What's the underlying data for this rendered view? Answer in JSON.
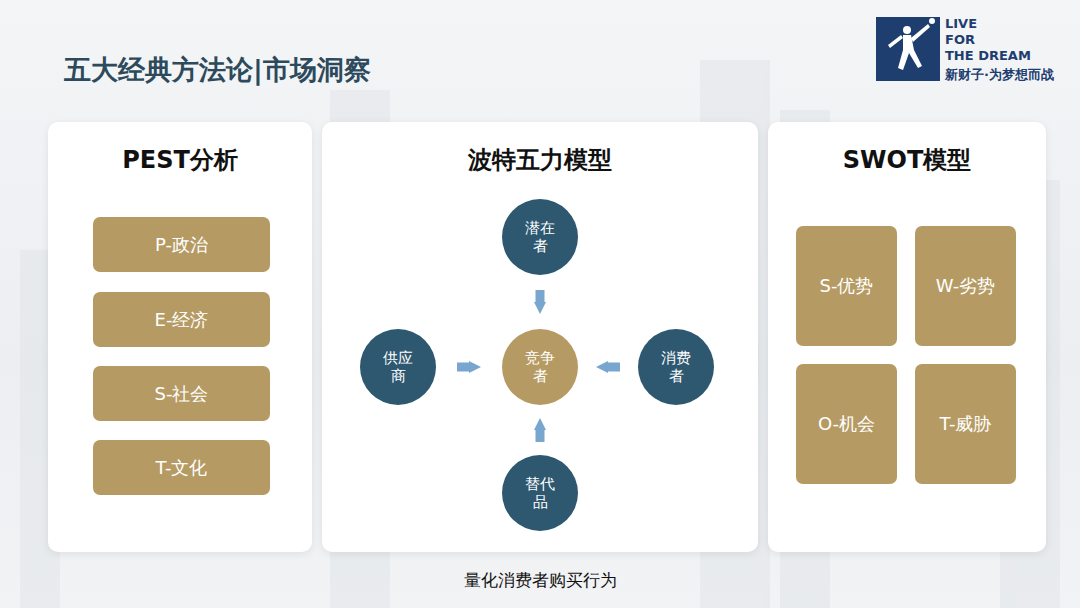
{
  "diagram": {
    "title": "五大经典方法论|市场洞察",
    "caption": "量化消费者购买行为",
    "nodes": [
      {
        "text": [
          "PEST分析"
        ]
      },
      {
        "text": [
          "P-政治"
        ],
        "in": 0
      },
      {
        "text": [
          "E-经济"
        ],
        "in": 0
      },
      {
        "text": [
          "S-社会"
        ],
        "in": 0
      },
      {
        "text": [
          "T-文化"
        ],
        "in": 0
      },
      {
        "text": [
          "波特五力模型"
        ]
      },
      {
        "text": [
          "潜在者"
        ],
        "in": 5
      },
      {
        "text": [
          "供应商"
        ],
        "in": 5
      },
      {
        "text": [
          "竞争者"
        ],
        "in": 5
      },
      {
        "text": [
          "消费者"
        ],
        "in": 5
      },
      {
        "text": [
          "替代品"
        ],
        "in": 5
      },
      {
        "text": [
          "SWOT模型"
        ]
      },
      {
        "text": [
          "S-优势"
        ],
        "in": 11
      },
      {
        "text": [
          "W-劣势"
        ],
        "in": 11
      },
      {
        "text": [
          "O-机会"
        ],
        "in": 11
      },
      {
        "text": [
          "T-威胁"
        ],
        "in": 11
      }
    ],
    "edges": [
      {
        "from": 6,
        "to": 8,
        "arrow": "to"
      },
      {
        "from": 7,
        "to": 8,
        "arrow": "to"
      },
      {
        "from": 9,
        "to": 8,
        "arrow": "to"
      },
      {
        "from": 10,
        "to": 8,
        "arrow": "to"
      }
    ],
    "labels": [
      "LIVE",
      "FOR",
      "THE DREAM",
      "新财子·为梦想而战"
    ]
  }
}
